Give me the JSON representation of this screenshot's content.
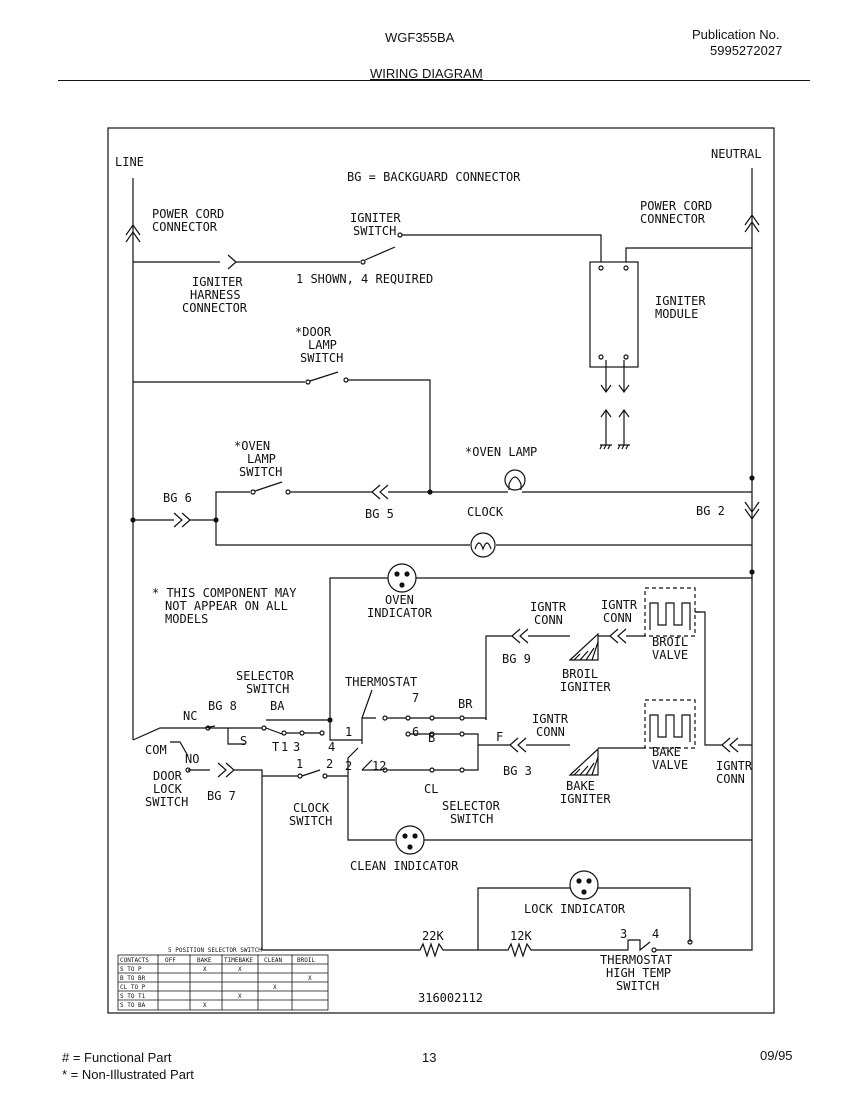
{
  "header": {
    "model": "WGF355BA",
    "publication_label": "Publication No.",
    "publication_number": "5995272027",
    "title": "WIRING DIAGRAM"
  },
  "labels": {
    "line": "LINE",
    "neutral": "NEUTRAL",
    "bg_note": "BG = BACKGUARD CONNECTOR",
    "power_cord_left": [
      "POWER CORD",
      "CONNECTOR"
    ],
    "power_cord_right": [
      "POWER CORD",
      "CONNECTOR"
    ],
    "igniter_switch": [
      "IGNITER",
      "SWITCH"
    ],
    "igniter_switch_note": "1 SHOWN, 4 REQUIRED",
    "igniter_harness": [
      "IGNITER",
      "HARNESS",
      "CONNECTOR"
    ],
    "igniter_module": [
      "IGNITER",
      "MODULE"
    ],
    "door_lamp_switch": [
      "*DOOR",
      "LAMP",
      "SWITCH"
    ],
    "oven_lamp_switch": [
      "*OVEN",
      "LAMP",
      "SWITCH"
    ],
    "oven_lamp": "*OVEN LAMP",
    "bg6": "BG 6",
    "bg5": "BG 5",
    "clock": "CLOCK",
    "bg2": "BG 2",
    "component_note": [
      "* THIS COMPONENT MAY",
      "NOT APPEAR ON ALL",
      "MODELS"
    ],
    "oven_indicator": [
      "OVEN",
      "INDICATOR"
    ],
    "igntr_conn_left": [
      "IGNTR",
      "CONN"
    ],
    "igntr_conn_right": [
      "IGNTR",
      "CONN"
    ],
    "broil_valve": [
      "BROIL",
      "VALVE"
    ],
    "bg9": "BG 9",
    "broil_igniter": [
      "BROIL",
      "IGNITER"
    ],
    "selector_switch_top": [
      "SELECTOR",
      "SWITCH"
    ],
    "thermostat": "THERMOSTAT",
    "nc": "NC",
    "bg8": "BG 8",
    "ba": "BA",
    "br": "BR",
    "s": "S",
    "t": "T",
    "num_1a": "1",
    "num_3": "3",
    "num_4": "4",
    "num_7": "7",
    "num_6": "6",
    "b": "B",
    "com": "COM",
    "no": "NO",
    "igntr_conn_mid": [
      "IGNTR",
      "CONN"
    ],
    "f": "F",
    "bake_valve": [
      "BAKE",
      "VALVE"
    ],
    "igntr_conn_far": [
      "IGNTR",
      "CONN"
    ],
    "door_lock_switch": [
      "DOOR",
      "LOCK",
      "SWITCH"
    ],
    "bg7": "BG 7",
    "num_1b": "1",
    "num_2a": "2",
    "num_2b": "2",
    "num_12": "12",
    "cl": "CL",
    "bg3": "BG 3",
    "bake_igniter": [
      "BAKE",
      "IGNITER"
    ],
    "clock_switch": [
      "CLOCK",
      "SWITCH"
    ],
    "selector_switch_bottom": [
      "SELECTOR",
      "SWITCH"
    ],
    "clean_indicator": "CLEAN INDICATOR",
    "lock_indicator": "LOCK INDICATOR",
    "r22k": "22K",
    "r12k": "12K",
    "t3": "3",
    "t4": "4",
    "thermostat_high_temp": [
      "THERMOSTAT",
      "HIGH TEMP",
      "SWITCH"
    ],
    "part_number": "316002112"
  },
  "selector_table": {
    "title": "5 POSITION SELECTOR SWITCH",
    "headers": [
      "CONTACTS",
      "OFF",
      "BAKE",
      "TIMEBAKE",
      "CLEAN",
      "BROIL"
    ],
    "rows": [
      [
        "S TO P",
        "",
        "X",
        "X",
        "",
        ""
      ],
      [
        "B TO BR",
        "",
        "",
        "",
        "",
        "X"
      ],
      [
        "CL TO P",
        "",
        "",
        "",
        "X",
        ""
      ],
      [
        "S TO T1",
        "",
        "",
        "X",
        "",
        ""
      ],
      [
        "S TO BA",
        "",
        "X",
        "",
        "",
        ""
      ]
    ]
  },
  "footer": {
    "functional": "# = Functional Part",
    "non_illustrated": "* = Non-Illustrated Part",
    "page": "13",
    "date": "09/95"
  }
}
